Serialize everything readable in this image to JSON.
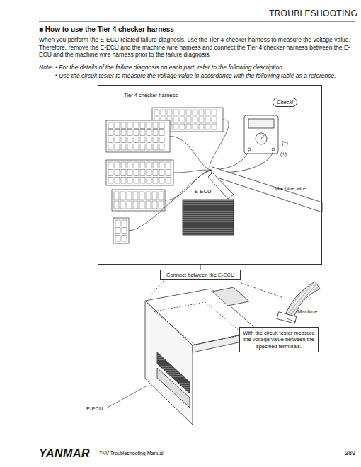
{
  "diagram": {
    "title": "■ How to use the Tier 4 checker harness",
    "nodes": [
      {
        "text": [
          "Tier 4 checker harness"
        ]
      },
      {
        "text": [
          "Check!"
        ],
        "in": 0
      },
      {
        "text": [
          "Connect between the E-ECU"
        ]
      },
      {
        "text": [
          "With the circuit tester measure the voltage value between the specified terminals."
        ]
      }
    ],
    "edges": [
      {
        "from": 0,
        "to": 2,
        "arrow": "none"
      }
    ],
    "labels": [
      "TROUBLESHOOTING",
      "When you perform the E-ECU related failure diagnosis, use the Tier 4 checker harness to measure the voltage value. Therefore, remove the E-ECU and the machine wire harness and connect the Tier 4 checker harness between the E-ECU and the machine wire harness prior to the failure diagnosis.",
      "Note",
      "• For the details of the failure diagnosis on each part, refer to the following description.",
      "• Use the circuit tester to measure the voltage value in accordance with the following table as a reference.",
      "(−)",
      "(+)",
      "Machine wire",
      "E-ECU",
      "Machine",
      "E-ECU",
      "YANMAR",
      "TNV Troubleshooting Manual",
      "289"
    ]
  }
}
